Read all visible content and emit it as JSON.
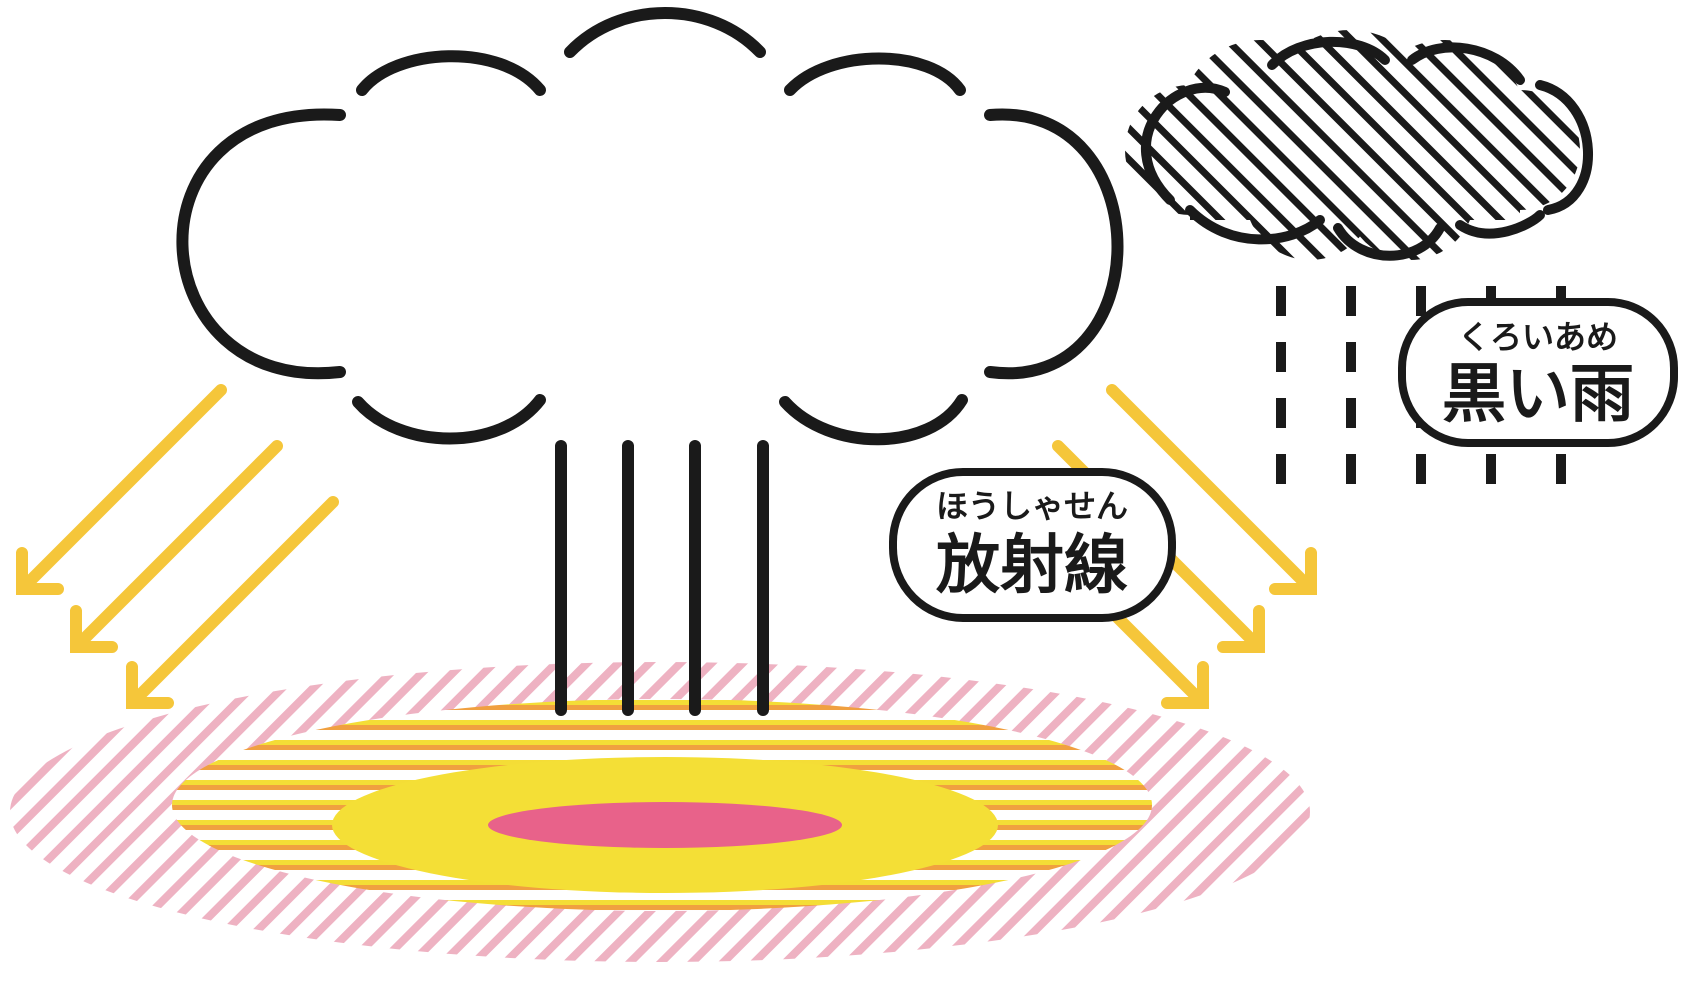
{
  "labels": {
    "radiation": {
      "ruby": "ほうしゃせん",
      "text": "放射線"
    },
    "black_rain": {
      "ruby": "くろいあめ",
      "text": "黒い雨"
    }
  },
  "colors": {
    "ink": "#1a1a1a",
    "radiation_arrow": "#f5c63a",
    "outer_zone_stripe": "#eeb2c2",
    "middle_zone_stripe_yellow": "#f4dd36",
    "middle_zone_stripe_orange": "#f0a040",
    "inner_zone": "#f4df36",
    "core_zone": "#e8628a"
  },
  "icons": {
    "mushroom_cloud": "mushroom-cloud-icon",
    "rain_cloud": "rain-cloud-icon"
  }
}
